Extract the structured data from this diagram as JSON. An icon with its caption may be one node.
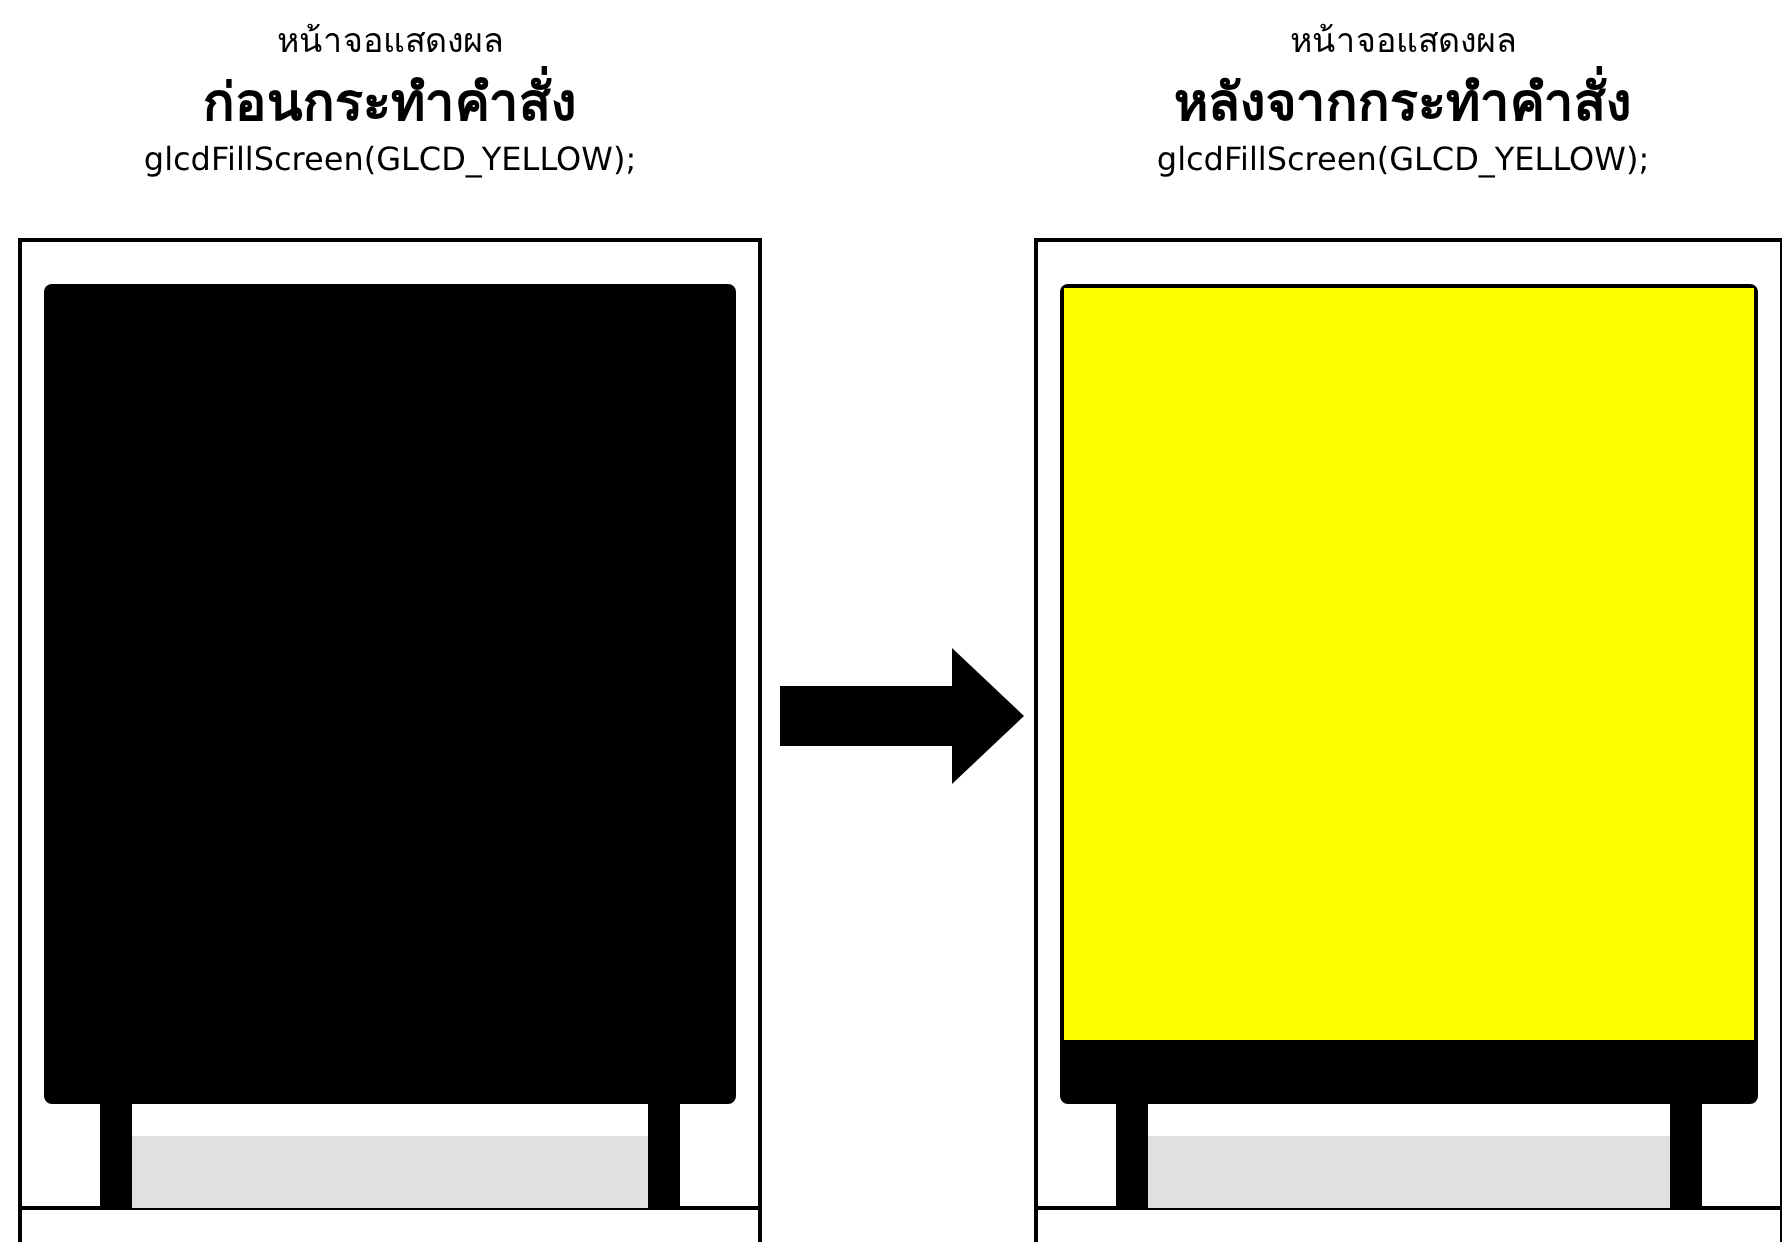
{
  "diagram": {
    "nodes": [
      {
        "text": [
          "หน้าจอแสดงผล",
          "ก่อนกระทำคำสั่ง",
          "glcdFillScreen(GLCD_YELLOW);"
        ]
      },
      {
        "text": [
          "หน้าจอแสดงผล",
          "หลังจากกระทำคำสั่ง",
          "glcdFillScreen(GLCD_YELLOW);"
        ]
      }
    ],
    "edges": [
      {
        "from": 0,
        "to": 1,
        "arrow": "to"
      }
    ]
  }
}
